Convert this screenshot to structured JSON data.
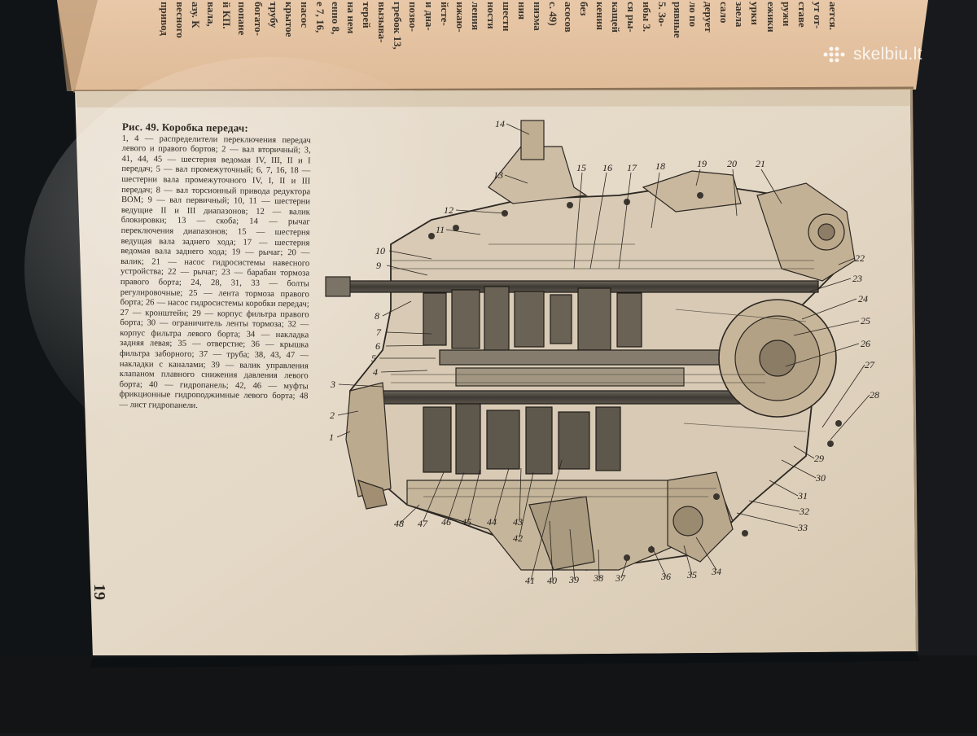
{
  "watermark": {
    "icon": "dot-grid-icon",
    "text": "skelbiu.lt"
  },
  "page_number": "19",
  "caption": {
    "title": "Рис. 49. Коробка передач:",
    "body": "1, 4 — распределители переключения передач левого и правого бортов; 2 — вал вторичный; 3, 41, 44, 45 — шестерня ведомая IV, III, II и I передач; 5 — вал промежуточный; 6, 7, 16, 18 — шестерни вала промежуточного IV, I, II и III передач; 8 — вал торсионный привода редуктора ВОМ; 9 — вал первичный; 10, 11 — шестерни ведущие II и III диапазонов; 12 — валик блокировки; 13 — скоба; 14 — рычаг переключения диапазонов; 15 — шестерня ведущая вала заднего хода; 17 — шестерня ведомая вала заднего хода; 19 — рычаг; 20 — валик; 21 — насос гидросистемы навесного устройства; 22 — рычаг; 23 — барабан тормоза правого борта; 24, 28, 31, 33 — болты регулировочные; 25 — лента тормоза правого борта; 26 — насос гидросистемы коробки передач; 27 — кронштейн; 29 — корпус фильтра правого борта; 30 — ограничитель ленты тормоза; 32 — корпус фильтра левого борта; 34 — накладка задняя левая; 35 — отверстие; 36 — крышка фильтра заборного; 37 — труба; 38, 43, 47 — накладки с каналами; 39 — валик управления клапаном плавного снижения давления левого борта; 40 — гидропанель; 42, 46 — муфты фрикционные гидроподжимные левого борта; 48 — лист гидропанели."
  },
  "top_page_fragments": [
    "привод",
    "весного",
    "азу. К",
    "вала,",
    "й КП.",
    "попане",
    "богато-",
    "трубу",
    "крытое",
    "насос",
    "е 7, 16,",
    "енно 8,",
    "на нем",
    "терей",
    "вызыва-",
    "гребок 13,",
    "позво-",
    "и дна-",
    "йсте-",
    "ижаю-",
    "ления",
    "ности",
    "шести",
    "ния",
    "ниэма",
    "с. 49)",
    "асосов",
    "без",
    "кения",
    "кащей",
    "ся ры-",
    "ибы 3.",
    "5. Зо-",
    "рявные",
    "ло по",
    "дерует",
    "сало",
    "заела",
    "урки",
    "ежики",
    "ружи",
    "ставе",
    "ут от-",
    "ается."
  ],
  "callouts": [
    "1",
    "2",
    "3",
    "4",
    "5",
    "6",
    "7",
    "8",
    "9",
    "10",
    "11",
    "12",
    "13",
    "14",
    "15",
    "16",
    "17",
    "18",
    "19",
    "20",
    "21",
    "22",
    "23",
    "24",
    "25",
    "26",
    "27",
    "28",
    "29",
    "30",
    "31",
    "32",
    "33",
    "34",
    "35",
    "36",
    "37",
    "38",
    "39",
    "40",
    "41",
    "42",
    "43",
    "44",
    "45",
    "46",
    "47",
    "48"
  ]
}
